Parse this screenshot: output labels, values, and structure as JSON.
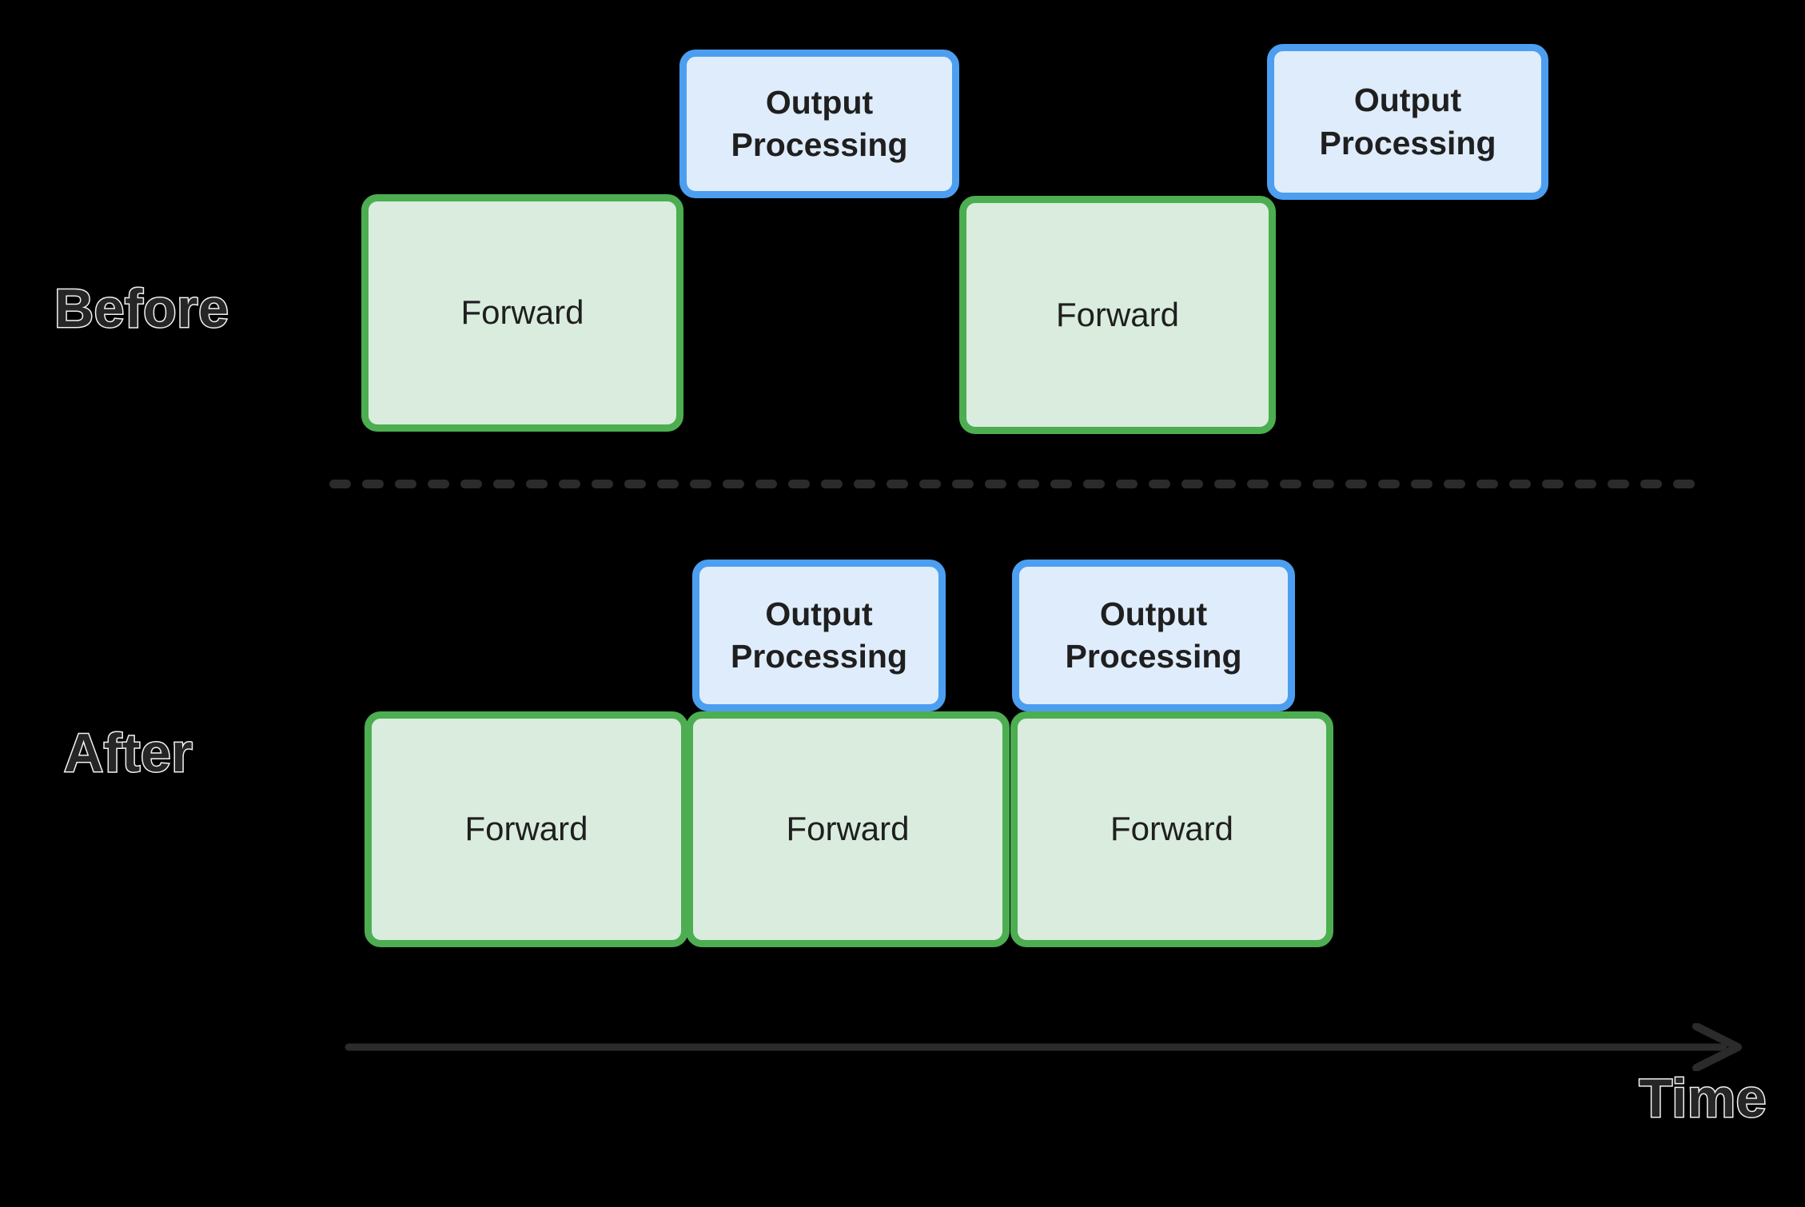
{
  "diagram": {
    "title": "Before / After output-processing overlap timeline",
    "background_color": "#000000",
    "rows": [
      {
        "id": "before",
        "label": "Before",
        "forward_blocks": [
          {
            "label": "Forward"
          },
          {
            "label": "Forward"
          }
        ],
        "output_blocks": [
          {
            "label": "Output\nProcessing"
          },
          {
            "label": "Output\nProcessing"
          }
        ]
      },
      {
        "id": "after",
        "label": "After",
        "forward_blocks": [
          {
            "label": "Forward"
          },
          {
            "label": "Forward"
          },
          {
            "label": "Forward"
          }
        ],
        "output_blocks": [
          {
            "label": "Output\nProcessing"
          },
          {
            "label": "Output\nProcessing"
          }
        ]
      }
    ],
    "axis": {
      "label": "Time",
      "direction": "left-to-right",
      "arrow_icon": "arrow-right-icon"
    },
    "divider": {
      "style": "dashed",
      "color": "#2b2b2b"
    },
    "colors": {
      "forward_fill": "#d9ecdd",
      "forward_border": "#4cae51",
      "output_fill": "#dfecfb",
      "output_border": "#4c9ef0",
      "box_text": "#1f1f1f",
      "label_fill": "#262626",
      "label_outline": "#f2f2f2",
      "background": "#000000"
    }
  }
}
